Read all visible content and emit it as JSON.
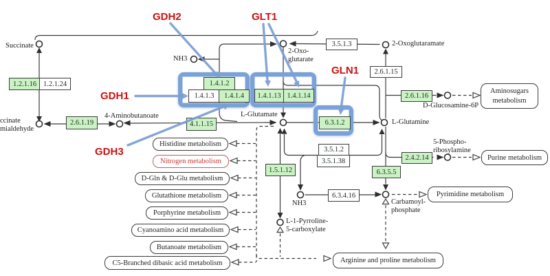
{
  "annotations": {
    "gdh2": "GDH2",
    "glt1": "GLT1",
    "gdh1": "GDH1",
    "gdh3": "GDH3",
    "gln1": "GLN1"
  },
  "metabolites": {
    "succinate": "Succinate",
    "semialdehyde_line1": "ccinate",
    "semialdehyde_line2": "mialdehyde",
    "nh3_top": "NH3",
    "oxoglutarate_line1": "2-Oxo-",
    "oxoglutarate_line2": "glutarate",
    "oxoglutaramate": "2-Oxoglutaramate",
    "aminobutanoate": "4-Aminobutanoate",
    "l_glutamate": "L-Glutamate",
    "l_glutamine": "L-Glutamine",
    "d_glucosamine_6p": "D-Glucosamine-6P",
    "phosphoribosylamine_line1": "5-Phospho-",
    "phosphoribosylamine_line2": "ribosylamine",
    "nh3_bottom": "NH3",
    "carbamoyl_line1": "Carbamoyl-",
    "carbamoyl_line2": "phosphate",
    "pyrroline_line1": "L-1-Pyrroline-",
    "pyrroline_line2": "5-carboxylate"
  },
  "enzymes": {
    "ec_1_2_1_16": "1.2.1.16",
    "ec_1_2_1_24": "1.2.1.24",
    "ec_2_6_1_19": "2.6.1.19",
    "ec_4_1_1_15": "4.1.1.15",
    "ec_1_4_1_2": "1.4.1.2",
    "ec_1_4_1_3": "1.4.1.3",
    "ec_1_4_1_4": "1.4.1.4",
    "ec_1_4_1_13": "1.4.1.13",
    "ec_1_4_1_14": "1.4.1.14",
    "ec_6_3_1_2": "6.3.1.2",
    "ec_3_5_1_3": "3.5.1.3",
    "ec_2_6_1_15": "2.6.1.15",
    "ec_2_6_1_16": "2.6.1.16",
    "ec_2_4_2_14": "2.4.2.14",
    "ec_3_5_1_2": "3.5.1.2",
    "ec_3_5_1_38": "3.5.1.38",
    "ec_1_5_1_12": "1.5.1.12",
    "ec_6_3_5_5": "6.3.5.5",
    "ec_6_3_4_16": "6.3.4.16"
  },
  "pathways": {
    "histidine": "Histidine metabolism",
    "nitrogen": "Nitrogen metabolism",
    "dgln_dglu": "D-Gln & D-Glu metabolism",
    "glutathione": "Glutathione metabolism",
    "porphyrine": "Porphyrine metabolism",
    "cyanoamino": "Cyanoamino acid metabolism",
    "butanoate": "Butanoate metabolism",
    "c5_branched": "C5-Branched dibasic acid metabolism",
    "aminosugars": "Aminosugars metabolism",
    "purine": "Purine metabolism",
    "pyrimidine": "Pyrimidine metabolism",
    "arginine": "Arginine and proline metabolism"
  },
  "colors": {
    "enzyme_green": "#caf2c4",
    "highlight_blue": "#7ba2d7",
    "annotation_red": "#cc1111",
    "nitrogen_red": "#c43c3c",
    "line": "#3a3a3a"
  }
}
